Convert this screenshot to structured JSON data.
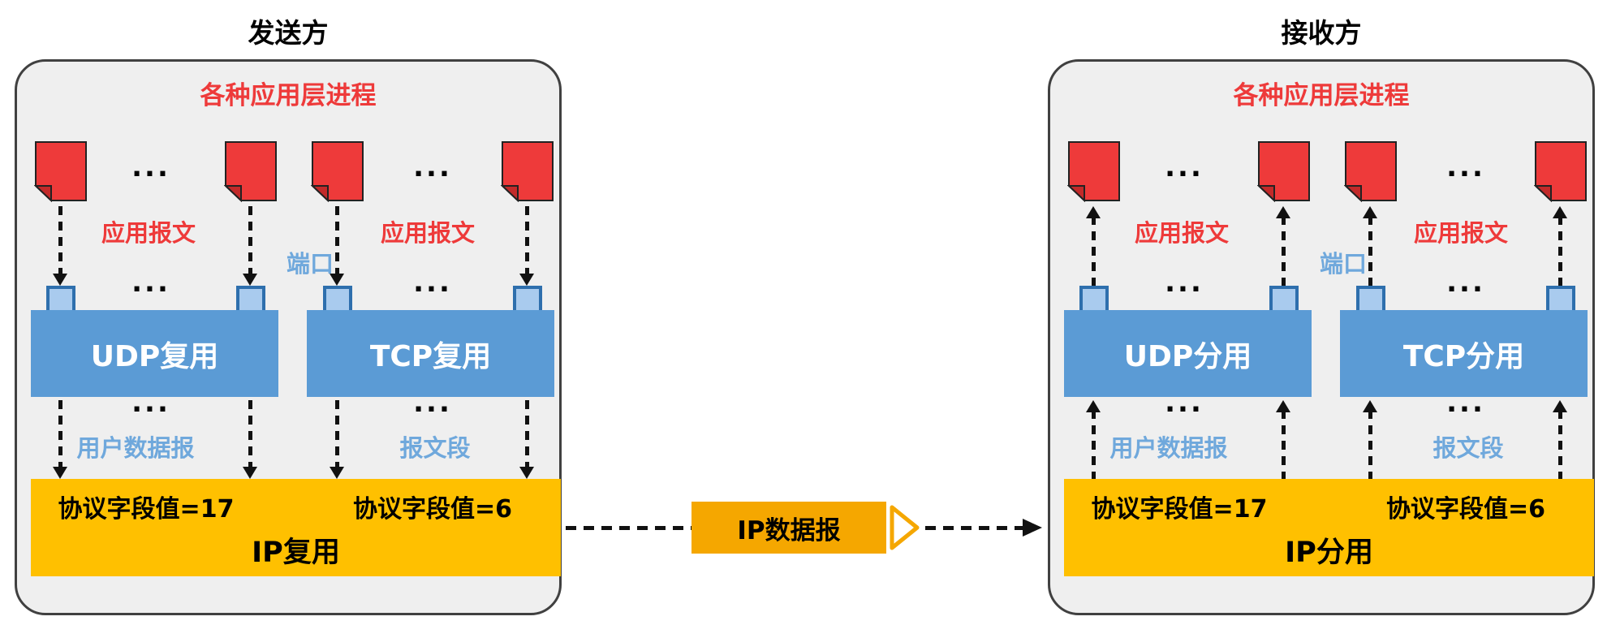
{
  "sender": {
    "title": "发送方",
    "app_layer_heading": "各种应用层进程",
    "ellipsis": "...",
    "app_msg_left": "应用报文",
    "app_msg_right": "应用报文",
    "port_label": "端口",
    "udp_box_label": "UDP复用",
    "tcp_box_label": "TCP复用",
    "udp_output_label": "用户数据报",
    "tcp_output_label": "报文段",
    "udp_proto_label": "协议字段值=17",
    "tcp_proto_label": "协议字段值=6",
    "ip_box_label": "IP复用"
  },
  "receiver": {
    "title": "接收方",
    "app_layer_heading": "各种应用层进程",
    "ellipsis": "...",
    "app_msg_left": "应用报文",
    "app_msg_right": "应用报文",
    "port_label": "端口",
    "udp_box_label": "UDP分用",
    "tcp_box_label": "TCP分用",
    "udp_output_label": "用户数据报",
    "tcp_output_label": "报文段",
    "udp_proto_label": "协议字段值=17",
    "tcp_proto_label": "协议字段值=6",
    "ip_box_label": "IP分用"
  },
  "link": {
    "ip_datagram_label": "IP数据报"
  },
  "colors": {
    "red": "#ee3a3a",
    "protocol_blue": "#5b9bd5",
    "label_blue": "#6fa8dc",
    "port_fill_blue": "#a9cbee",
    "port_border_blue": "#2e6fad",
    "ip_orange": "#ffc000",
    "link_label_orange": "#f5a700",
    "panel_bg": "#efefef",
    "arrow_black": "#111111"
  }
}
